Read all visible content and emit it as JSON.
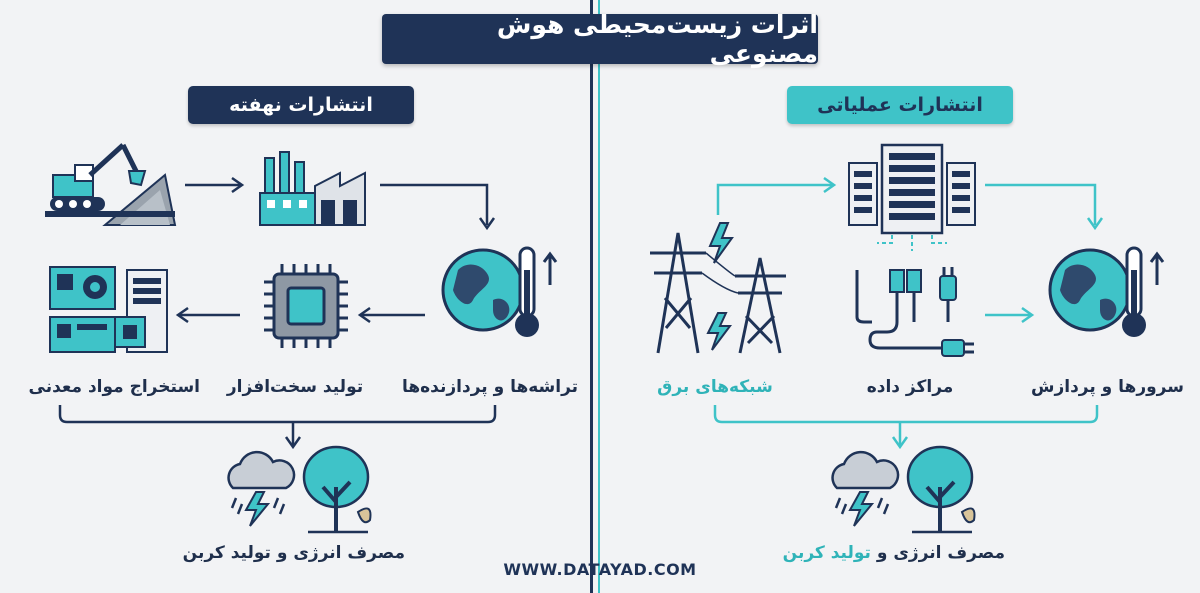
{
  "title": "اثرات زیست‌محیطی هوش مصنوعی",
  "left_section": {
    "title": "انتشارات نهفته",
    "steps": [
      "استخراج مواد معدنی",
      "تولید سخت‌افزار",
      "تراشه‌ها و پردازنده‌ها"
    ],
    "result_part1": "مصرف انرژی و تولید کربن"
  },
  "right_section": {
    "title": "انتشارات عملیاتی",
    "steps": [
      "شبکه‌های برق",
      "مراکز داده",
      "سرورها و پردازش"
    ],
    "result_part1": "مصرف انرژی و ",
    "result_part2": "تولید کربن"
  },
  "footer": "WWW.DATAYAD.COM",
  "colors": {
    "navy": "#1f3357",
    "teal": "#3fc3c8",
    "background": "#f2f3f5"
  }
}
